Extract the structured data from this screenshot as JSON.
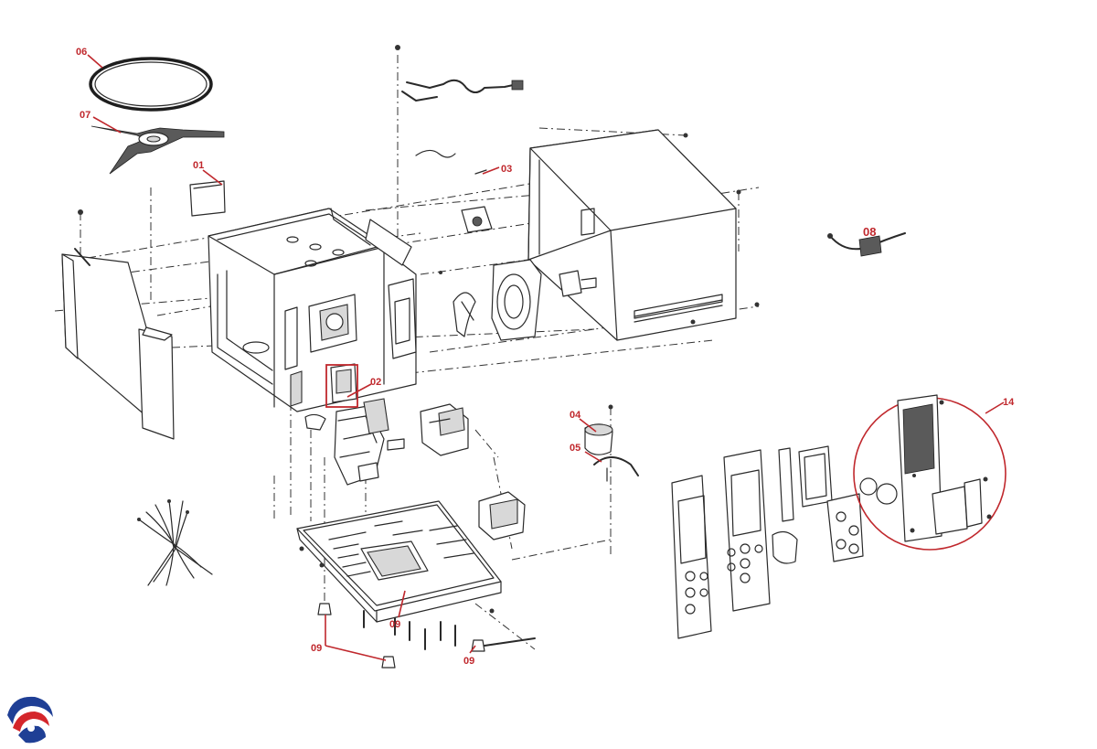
{
  "colors": {
    "accent": "#c0282d",
    "line": "#2a2a2a"
  },
  "labels": {
    "p01": "01",
    "p02": "02",
    "p03": "03",
    "p04": "04",
    "p05": "05",
    "p06": "06",
    "p07": "07",
    "p08": "08",
    "p09a": "09",
    "p09b": "09",
    "p09c": "09",
    "p14": "14"
  },
  "logo": {
    "icon": "swirl-logo-icon"
  }
}
